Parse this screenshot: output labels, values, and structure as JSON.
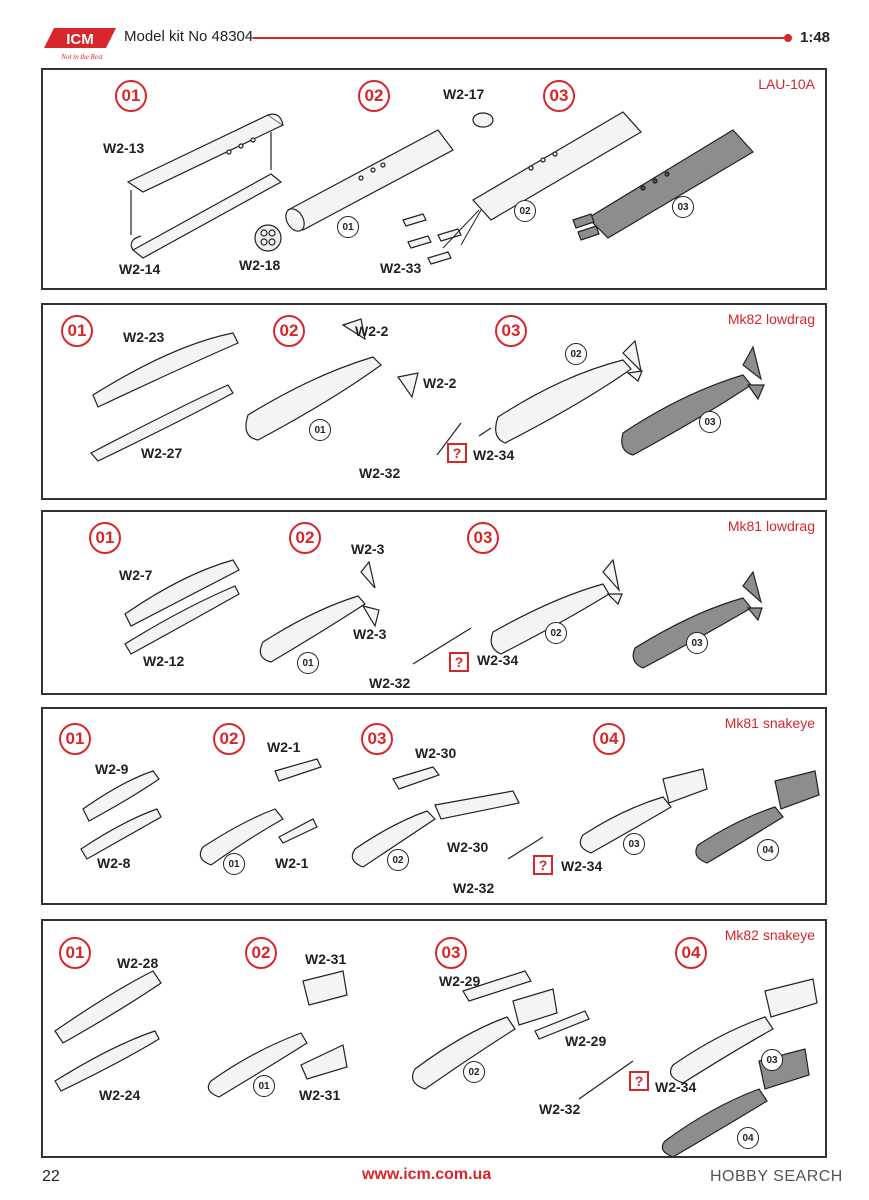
{
  "header": {
    "brand": "ICM",
    "tagline": "Not in the Rest",
    "kit": "Model kit No 48304",
    "scale": "1:48"
  },
  "panels": [
    {
      "title": "LAU-10A",
      "steps": [
        "01",
        "02",
        "03"
      ],
      "labels": [
        "W2-13",
        "W2-14",
        "W2-18",
        "W2-17",
        "W2-33"
      ],
      "subs": [
        "01",
        "02",
        "03"
      ]
    },
    {
      "title": "Mk82 lowdrag",
      "steps": [
        "01",
        "02",
        "03"
      ],
      "labels": [
        "W2-23",
        "W2-27",
        "W2-2",
        "W2-2",
        "W2-32",
        "W2-34"
      ],
      "subs": [
        "01",
        "02",
        "03"
      ]
    },
    {
      "title": "Mk81 lowdrag",
      "steps": [
        "01",
        "02",
        "03"
      ],
      "labels": [
        "W2-7",
        "W2-12",
        "W2-3",
        "W2-3",
        "W2-32",
        "W2-34"
      ],
      "subs": [
        "01",
        "02",
        "03"
      ]
    },
    {
      "title": "Mk81 snakeye",
      "steps": [
        "01",
        "02",
        "03",
        "04"
      ],
      "labels": [
        "W2-9",
        "W2-8",
        "W2-1",
        "W2-1",
        "W2-30",
        "W2-30",
        "W2-32",
        "W2-34"
      ],
      "subs": [
        "01",
        "02",
        "03",
        "04"
      ]
    },
    {
      "title": "Mk82 snakeye",
      "steps": [
        "01",
        "02",
        "03",
        "04"
      ],
      "labels": [
        "W2-28",
        "W2-24",
        "W2-31",
        "W2-31",
        "W2-29",
        "W2-29",
        "W2-32",
        "W2-34"
      ],
      "subs": [
        "01",
        "02",
        "03",
        "04"
      ]
    }
  ],
  "question_mark": "?",
  "footer": {
    "page": "22",
    "url": "www.icm.com.ua",
    "watermark": "HOBBY SEARCH"
  },
  "colors": {
    "accent": "#d9262b",
    "part_fill": "#f4f4f4",
    "assembled_fill": "#8d8d8d"
  }
}
